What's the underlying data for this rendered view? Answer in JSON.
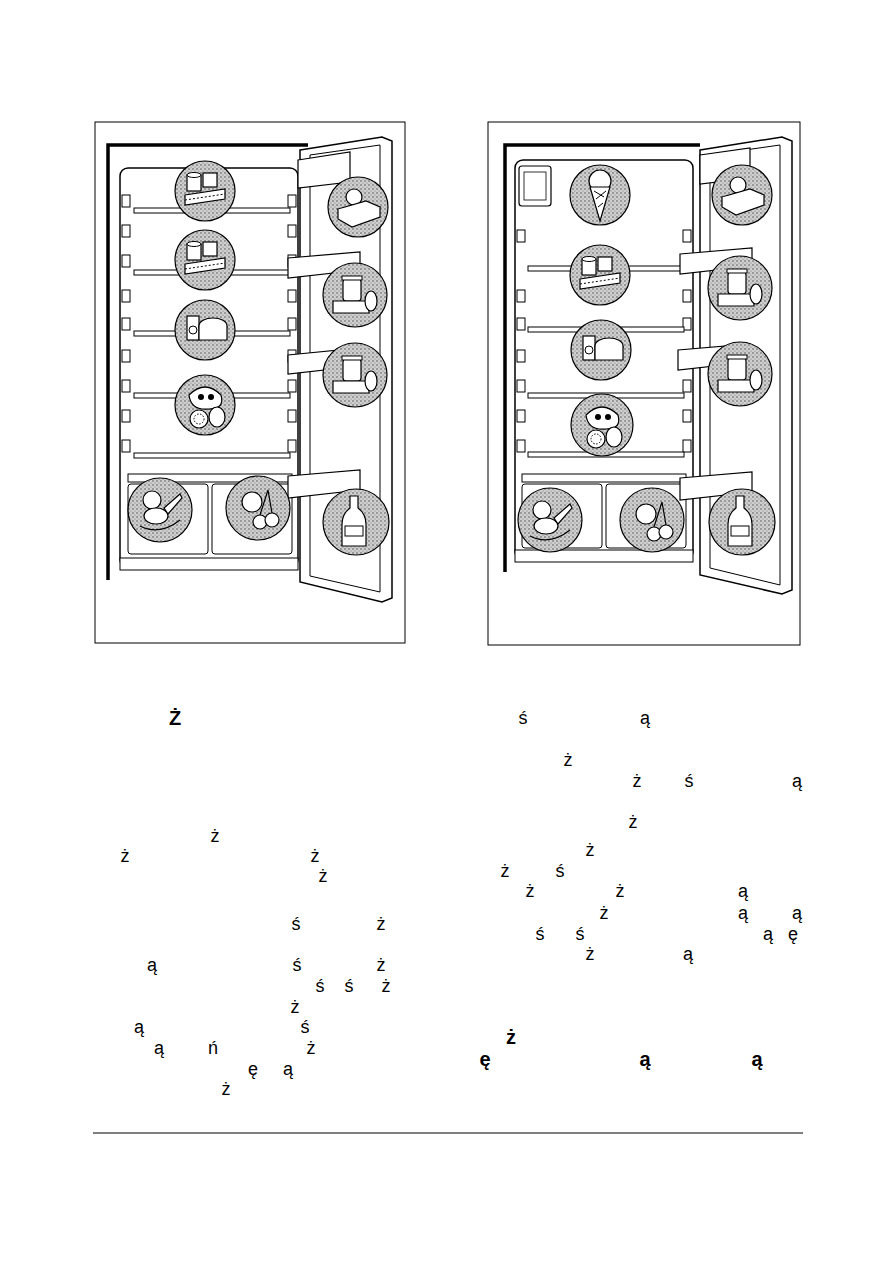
{
  "diagram": {
    "labels": [
      "Ż",
      "ż",
      "ż",
      "ż",
      "ż",
      "ś",
      "ż",
      "ą",
      "ś",
      "ż",
      "ś",
      "ś",
      "ż",
      "ż",
      "ą",
      "ś",
      "ą",
      "ń",
      "ż",
      "ę",
      "ą",
      "ż",
      "ś",
      "ą",
      "ż",
      "ż",
      "ś",
      "ą",
      "ż",
      "ż",
      "ż",
      "ś",
      "ż",
      "ż",
      "ą",
      "ż",
      "ą",
      "ą",
      "ś",
      "ś",
      "ą",
      "ę",
      "ż",
      "ą",
      "ż",
      "ę",
      "ą",
      "ą"
    ]
  }
}
